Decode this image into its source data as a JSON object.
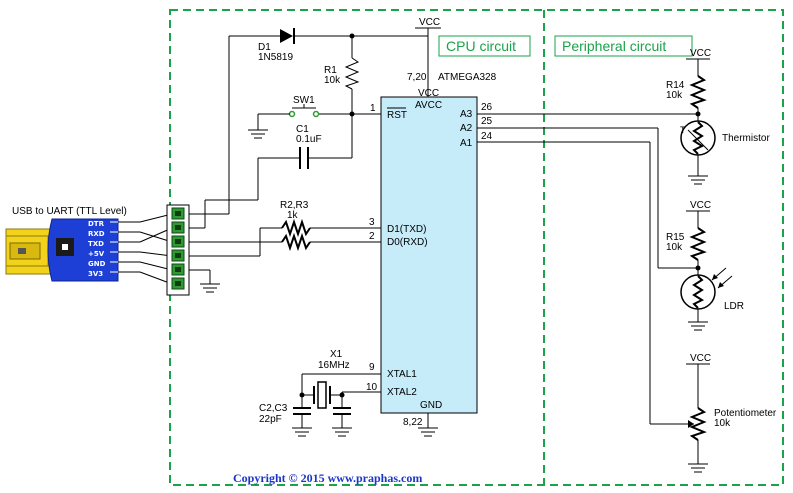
{
  "sections": {
    "cpu": "CPU circuit",
    "peripheral": "Peripheral circuit"
  },
  "usb": {
    "title": "USB to UART (TTL Level)",
    "pins": [
      "DTR",
      "RXD",
      "TXD",
      "+5V",
      "GND",
      "3V3"
    ]
  },
  "mcu": {
    "part": "ATMEGA328",
    "vcc_pins": "7,20",
    "gnd_pins": "8,22",
    "pins": {
      "vcc": "VCC",
      "avcc": "AVCC",
      "rst": "RST",
      "d1": "D1(TXD)",
      "d0": "D0(RXD)",
      "xtal1": "XTAL1",
      "xtal2": "XTAL2",
      "gnd": "GND",
      "a3": "A3",
      "a2": "A2",
      "a1": "A1"
    },
    "pin_numbers": {
      "rst": "1",
      "d1": "3",
      "d0": "2",
      "xtal1": "9",
      "xtal2": "10",
      "a3": "26",
      "a2": "25",
      "a1": "24"
    }
  },
  "components": {
    "d1": {
      "ref": "D1",
      "value": "1N5819"
    },
    "r1": {
      "ref": "R1",
      "value": "10k"
    },
    "sw1": {
      "ref": "SW1"
    },
    "c1": {
      "ref": "C1",
      "value": "0.1uF"
    },
    "r2r3": {
      "ref": "R2,R3",
      "value": "1k"
    },
    "x1": {
      "ref": "X1",
      "value": "16MHz"
    },
    "c2c3": {
      "ref": "C2,C3",
      "value": "22pF"
    },
    "r14": {
      "ref": "R14",
      "value": "10k"
    },
    "thermistor": {
      "label": "Thermistor",
      "mark": "T"
    },
    "r15": {
      "ref": "R15",
      "value": "10k"
    },
    "ldr": {
      "label": "LDR"
    },
    "pot": {
      "label": "Potentiometer",
      "value": "10k"
    }
  },
  "vcc_label": "VCC",
  "copyright": "Copyright © 2015 www.praphas.com",
  "colors": {
    "section_border": "#1aa34a",
    "mcu_fill": "#c6ecfa",
    "usb_board": "#1e3fd6",
    "usb_plug": "#f2d21a",
    "connector": "#2f9a34",
    "copyright": "#1a35c8"
  }
}
